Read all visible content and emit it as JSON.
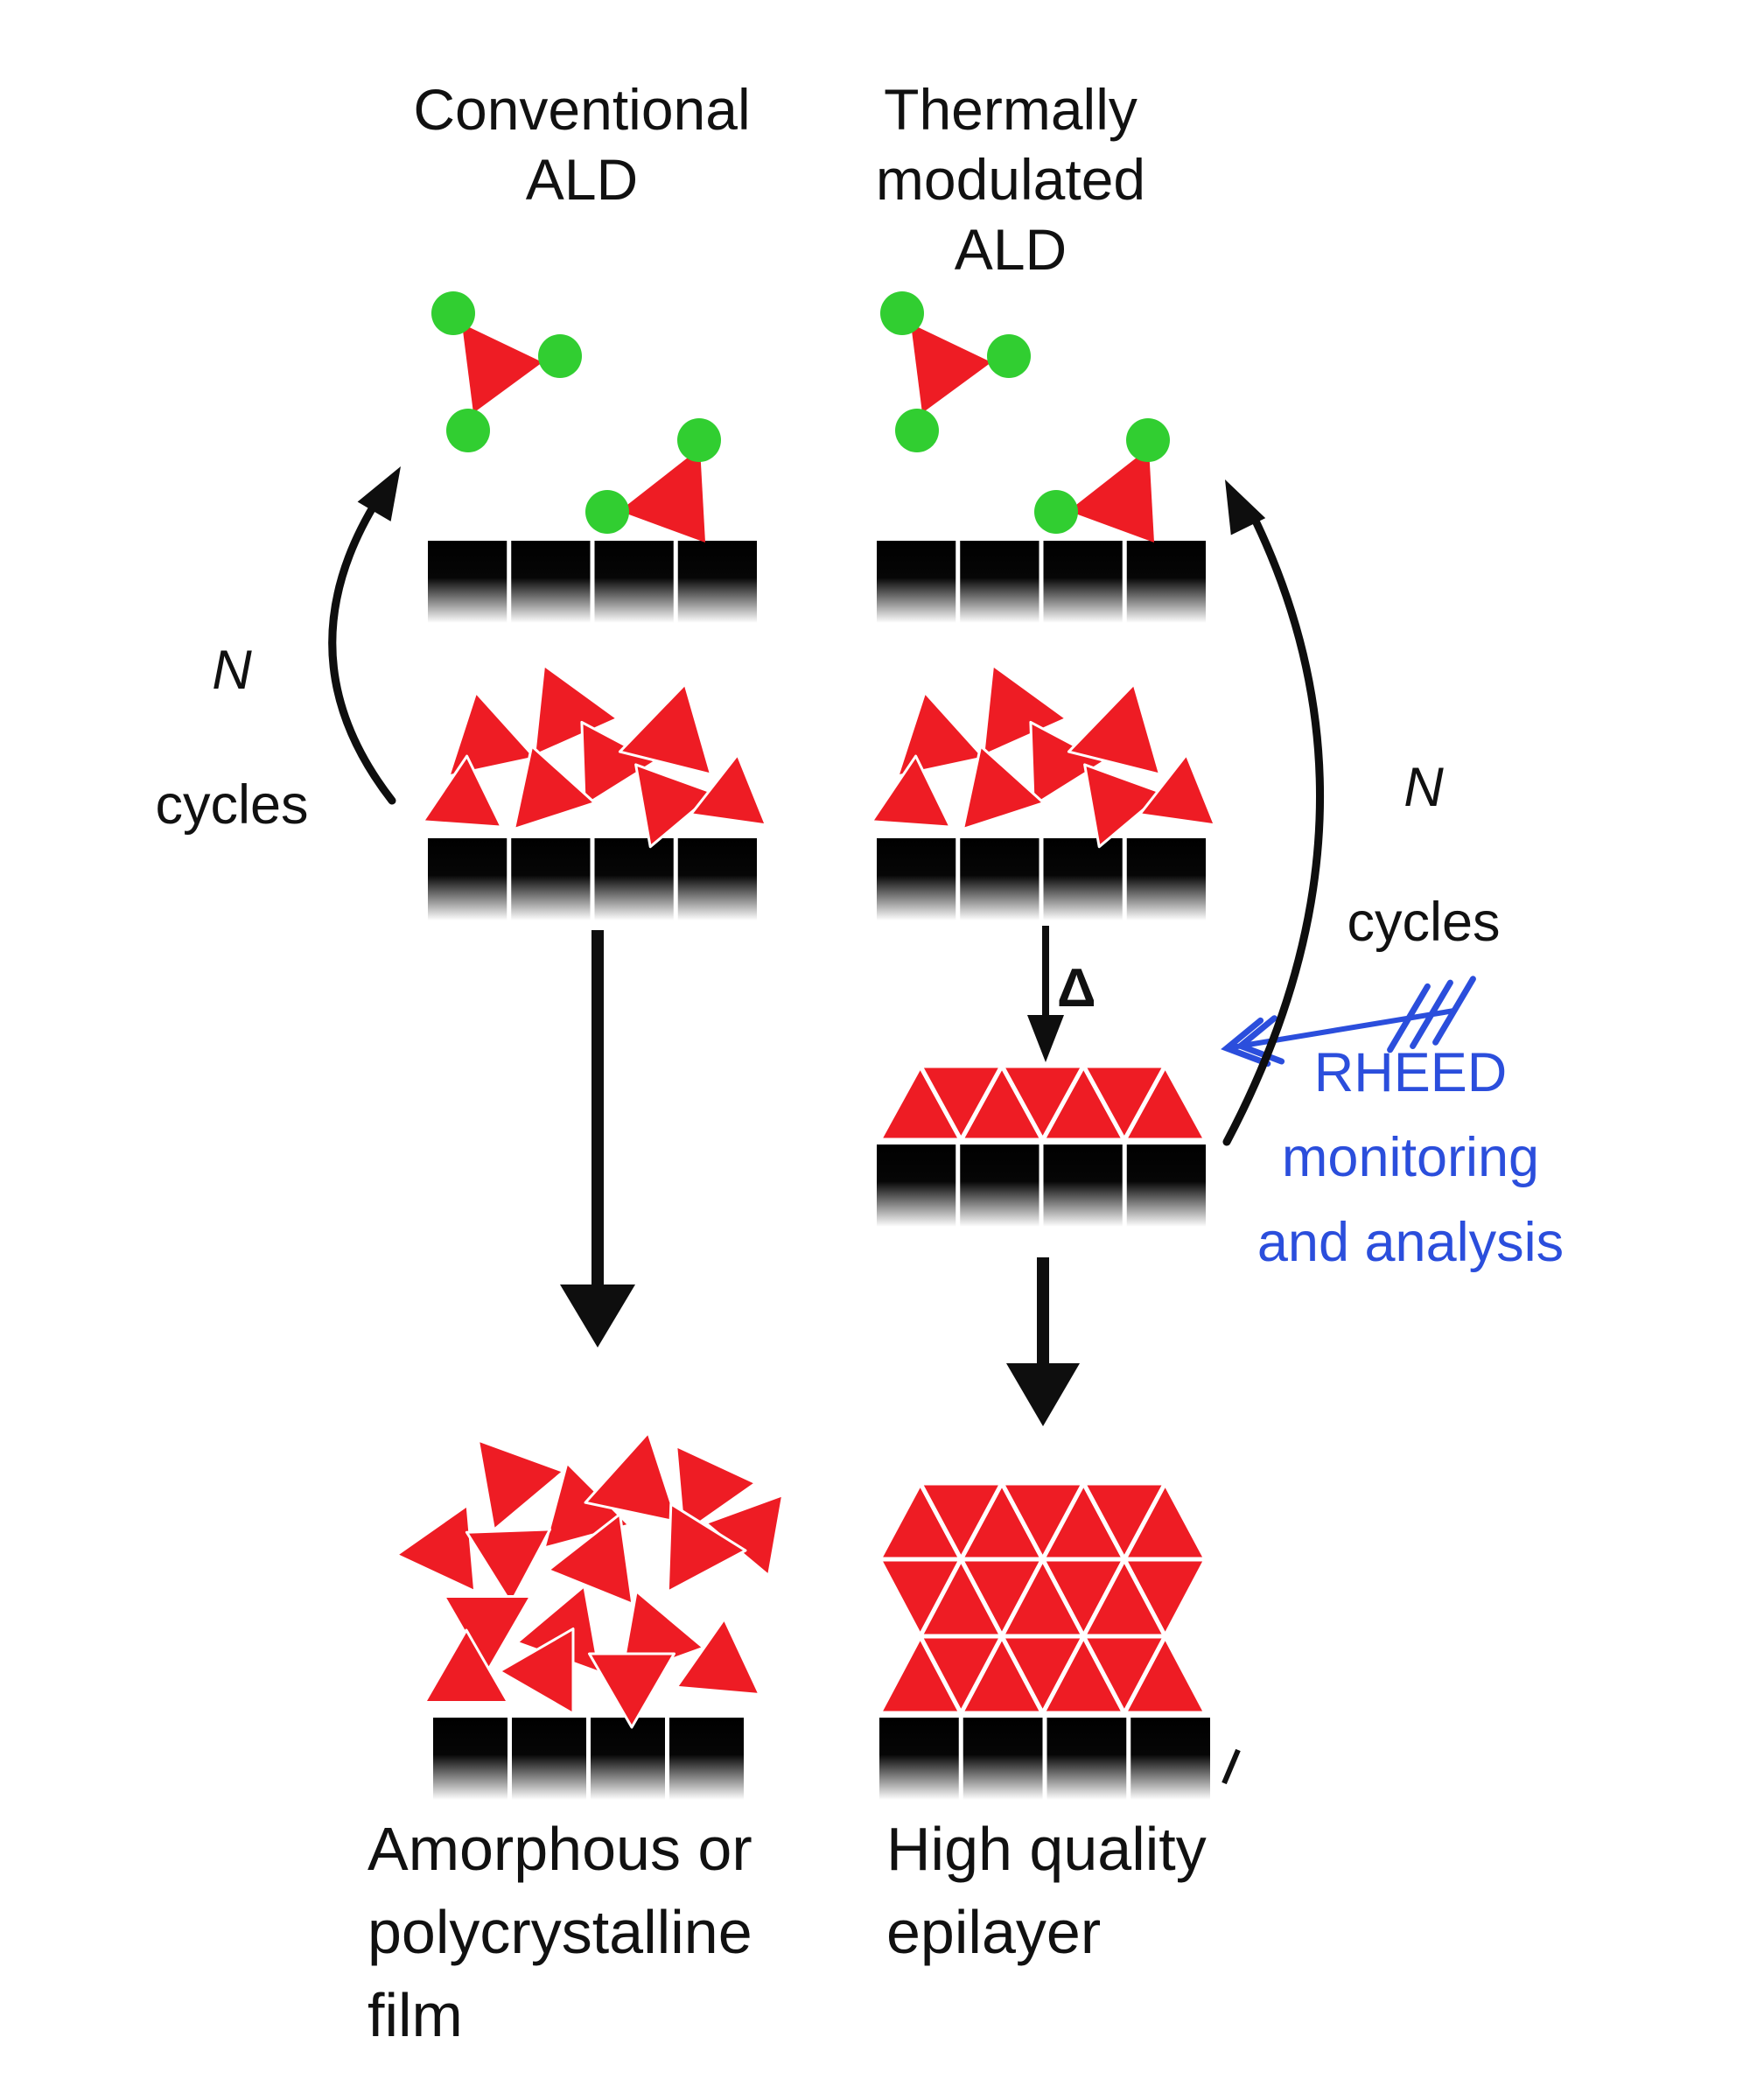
{
  "diagram": {
    "left_column": {
      "title": "Conventional\nALD",
      "cycles_symbol": "N",
      "cycles_word": "cycles",
      "result_label": "Amorphous or\npolycrystalline\nfilm"
    },
    "right_column": {
      "title": "Thermally\nmodulated\nALD",
      "cycles_symbol": "N",
      "cycles_word": "cycles",
      "anneal_symbol": "Δ",
      "rheed_label": "RHEED\nmonitoring\nand analysis",
      "result_label": "High quality\nepilayer"
    },
    "colors": {
      "red": "#ee1c24",
      "green": "#31ce31",
      "blue": "#2b4edc",
      "black": "#0e0e0e"
    },
    "icons": {
      "cycle-arrow-left-icon": "curved-up-arrow",
      "cycle-arrow-right-icon": "curved-up-arrow",
      "deposit-arrow-left-icon": "thick-down-arrow",
      "deposit-arrow-right-icon": "thick-down-arrow",
      "anneal-arrow-icon": "thin-down-arrow",
      "rheed-beam-icon": "feathered-left-arrow"
    }
  }
}
